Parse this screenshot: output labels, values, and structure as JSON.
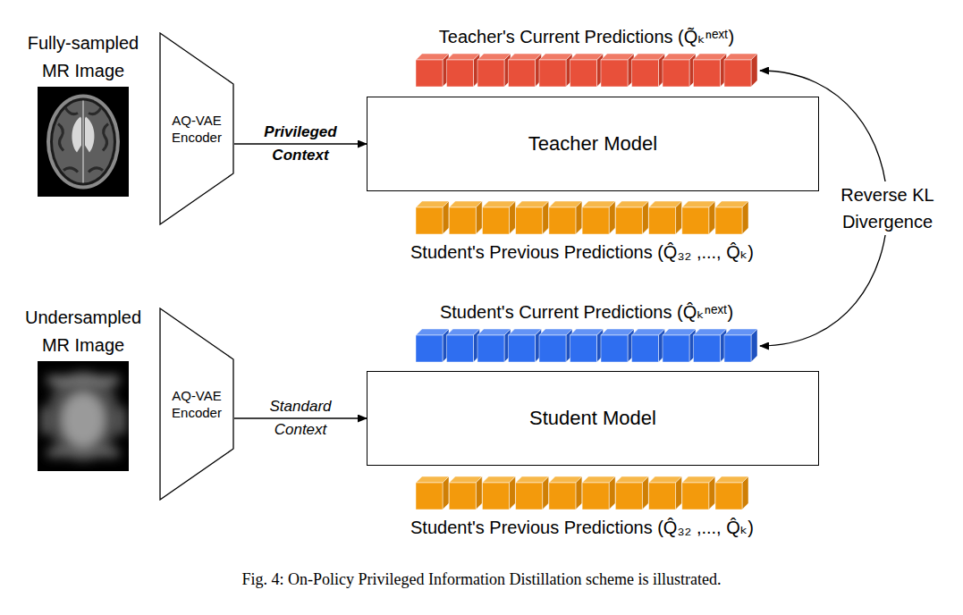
{
  "diagram": {
    "caption": "Fig. 4: On-Policy Privileged Information Distillation scheme is illustrated.",
    "nodes": [
      {
        "text": [
          "Fully-sampled MR Image"
        ]
      },
      {
        "text": [
          "AQ-VAE Encoder"
        ]
      },
      {
        "text": [
          "Teacher's Current Predictions (Q̃ₖⁿᵉˣᵗ)"
        ]
      },
      {
        "text": [
          "Teacher Model"
        ]
      },
      {
        "text": [
          "Student's Previous Predictions (Q̂₃₂ ,..., Q̂ₖ)"
        ]
      },
      {
        "text": [
          "Undersampled MR Image"
        ]
      },
      {
        "text": [
          "AQ-VAE Encoder"
        ]
      },
      {
        "text": [
          "Student's Current Predictions (Q̂ₖⁿᵉˣᵗ)"
        ]
      },
      {
        "text": [
          "Student Model"
        ]
      },
      {
        "text": [
          "Student's Previous Predictions (Q̂₃₂ ,..., Q̂ₖ)"
        ]
      }
    ],
    "edges": [
      {
        "from": 1,
        "to": 3,
        "arrow": "to",
        "label": "Privileged Context"
      },
      {
        "from": 6,
        "to": 8,
        "arrow": "to",
        "label": "Standard Context"
      },
      {
        "from": 7,
        "to": 2,
        "arrow": "both",
        "label": "Reverse KL Divergence"
      }
    ]
  }
}
